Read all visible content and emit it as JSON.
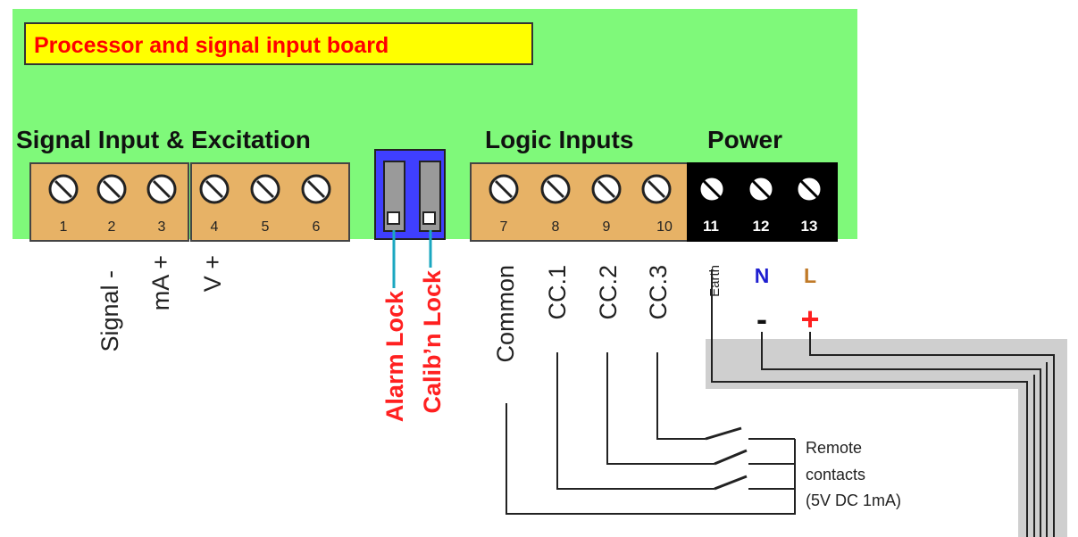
{
  "board": {
    "title": "Processor and signal input board",
    "colors": {
      "board": "#7ff97a",
      "title_bg": "#ffff00",
      "title_text": "#ff0000",
      "terminal": "#e7b266",
      "power_block": "#000000",
      "switch_bg": "#3f3fff"
    }
  },
  "sections": {
    "signal_input": "Signal Input & Excitation",
    "logic_inputs": "Logic Inputs",
    "power": "Power"
  },
  "terminals": [
    "1",
    "2",
    "3",
    "4",
    "5",
    "6",
    "7",
    "8",
    "9",
    "10",
    "11",
    "12",
    "13"
  ],
  "signal_labels": {
    "signal_minus": "Signal -",
    "ma_plus": "mA +",
    "v_plus": "V +"
  },
  "switches": {
    "alarm_lock": "Alarm Lock",
    "calib_lock": "Calib’n Lock"
  },
  "logic_labels": {
    "common": "Common",
    "cc1": "CC.1",
    "cc2": "CC.2",
    "cc3": "CC.3"
  },
  "power_labels": {
    "earth": "Earth",
    "n": "N",
    "l": "L",
    "minus": "-",
    "plus": "+"
  },
  "remote": {
    "line1": "Remote",
    "line2": "contacts",
    "line3": "(5V DC 1mA)"
  }
}
